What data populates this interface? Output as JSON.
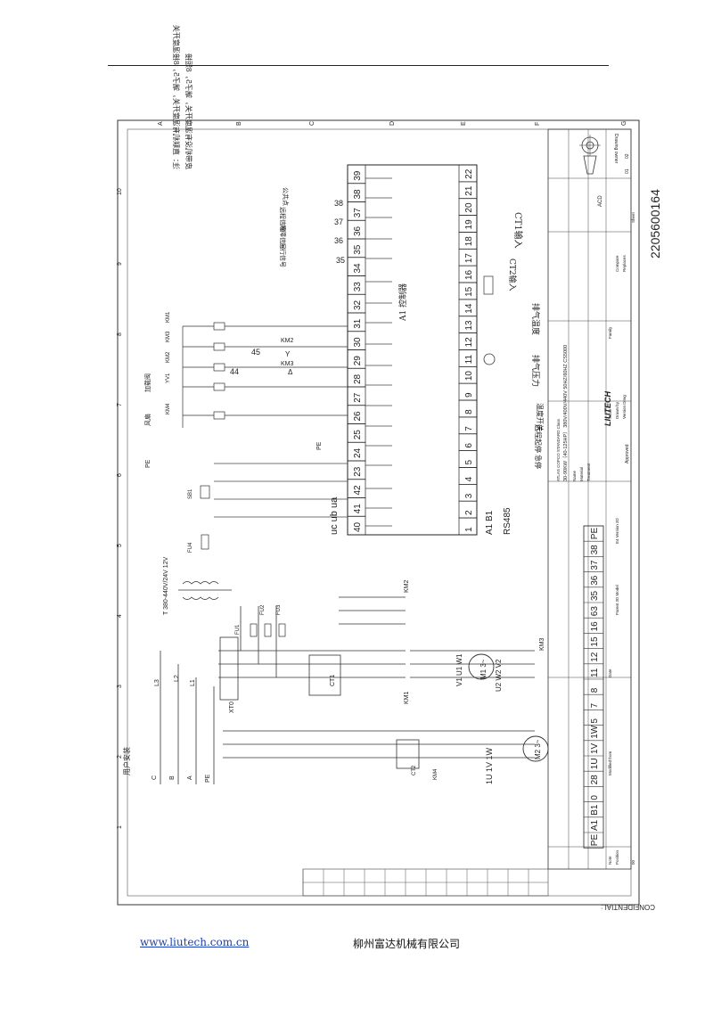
{
  "page": {
    "footer_link": "www.liutech.com.cn",
    "footer_company": "柳州富达机械有限公司"
  },
  "drawing": {
    "note_line1": "注：直联机有温度开关，端子5，8接温度开关",
    "note_line2": "皮带机没有温度开关，端子5，8短接",
    "controller_label": "A1 控制器",
    "controller_top_terminals": [
      "22",
      "21",
      "20",
      "19",
      "18",
      "17",
      "16",
      "15",
      "14",
      "13",
      "12",
      "11",
      "10",
      "9",
      "8",
      "7",
      "6",
      "5",
      "4",
      "3",
      "2",
      "1"
    ],
    "controller_left_terminals": [
      "40",
      "41",
      "42",
      "23",
      "24",
      "25",
      "26",
      "27",
      "28",
      "29",
      "30",
      "31",
      "32",
      "33",
      "34",
      "35",
      "36",
      "37",
      "38",
      "39"
    ],
    "uc_ub_ua": "uc ub ua",
    "a1_b1": "A1 B1",
    "rs485": "RS485",
    "ct1_input": "CT1输入",
    "ct2_input": "CT2输入",
    "exhaust_temp": "排气温度",
    "exhaust_pressure": "排气压力",
    "temp_switch": "温度开关",
    "remote_start_stop": "远程起停",
    "emergency_stop": "急停",
    "remote_signal": "远程信号",
    "fault_signal": "故障信号",
    "running_signal": "运行信号",
    "common_point": "公共点",
    "fan": "风扇",
    "load_valve": "加载阀",
    "user_install": "用户安装",
    "transformer": "T 380-440V/24V 12V",
    "motor_m1": "M1 3~",
    "motor_m2": "M2 3~",
    "km_labels": [
      "KM1",
      "KM2",
      "KM3",
      "KM4"
    ],
    "fu_labels": [
      "FU1",
      "FU2",
      "FU3",
      "FU4"
    ],
    "ct_labels": [
      "CT1",
      "CT2"
    ],
    "xt0": "XT0",
    "sb1": "SB1",
    "pe": "PE",
    "delta": "Δ",
    "y": "Y",
    "terminal_strip": [
      "PE",
      "A1",
      "B1",
      "0",
      "28",
      "1U",
      "1V",
      "1W",
      "5",
      "7",
      "8",
      "11",
      "12",
      "15",
      "16",
      "63",
      "35",
      "36",
      "37",
      "38",
      "PE"
    ],
    "title_block": {
      "spec": "30-90KW（40-125HP） 380V/400V/440V  50HZ/60HZ  CS5000",
      "standard": "ATLAS COPCO STANDARD Class",
      "company_logo": "LIUTECH",
      "approved": "Approved",
      "designation": "2205600164",
      "acd": "ACD",
      "confidential": "CONFIDENTIAL:",
      "sheet": "01",
      "sheets": "02",
      "drawing_owner": "Drawing owner",
      "compare": "Compare",
      "replaces": "Replaces",
      "sheet_label": "Sheet",
      "scale": "Scale",
      "family": "Family",
      "date": "Date",
      "name": "Name",
      "material": "Material",
      "treatment": "Treatment",
      "drawn_by": "Drawn by",
      "version_drwg": "Version Drwg",
      "parent_3d": "Parent 3D Model",
      "e4_version": "E4 Version 3D",
      "modified_from": "Modified from",
      "position": "Position",
      "note": "Note",
      "zero_zero": "00"
    },
    "grid_numbers": [
      "1",
      "2",
      "3",
      "4",
      "5",
      "6",
      "7",
      "8",
      "9",
      "10"
    ],
    "grid_letters": [
      "A",
      "B",
      "C",
      "D",
      "E",
      "F",
      "G"
    ]
  }
}
